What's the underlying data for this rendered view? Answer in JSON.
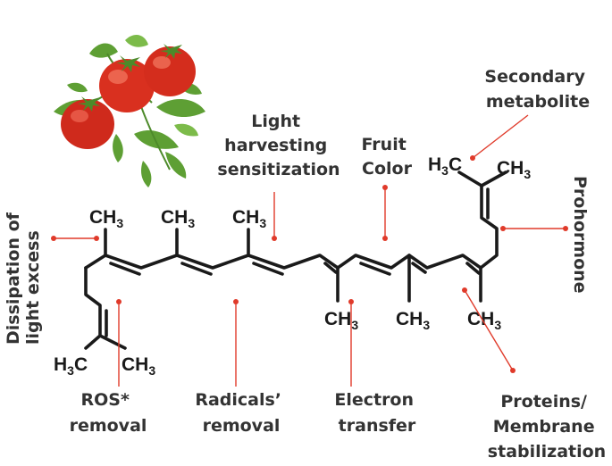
{
  "labels": {
    "dissipation": [
      "Dissipation of",
      "light excess"
    ],
    "ros": [
      "ROS*",
      "removal"
    ],
    "light_harvest": [
      "Light",
      "harvesting",
      "sensitization"
    ],
    "fruit_color": [
      "Fruit",
      "Color"
    ],
    "radicals": [
      "Radicals’",
      "removal"
    ],
    "electron": [
      "Electron",
      "transfer"
    ],
    "secondary": [
      "Secondary",
      "metabolite"
    ],
    "prohormone": "Prohormone",
    "proteins": [
      "Proteins/",
      "Membrane",
      "stabilization"
    ]
  },
  "chem": {
    "ch": "CH",
    "h": "H",
    "c": "C",
    "sub3": "3"
  },
  "colors": {
    "accent": "#e03a2a",
    "text": "#333333",
    "bond": "#1a1a1a",
    "tomato": "#d9301f",
    "leaf": "#5a9a32"
  },
  "icons": {
    "tomato_image": "tomato-cluster-icon"
  }
}
